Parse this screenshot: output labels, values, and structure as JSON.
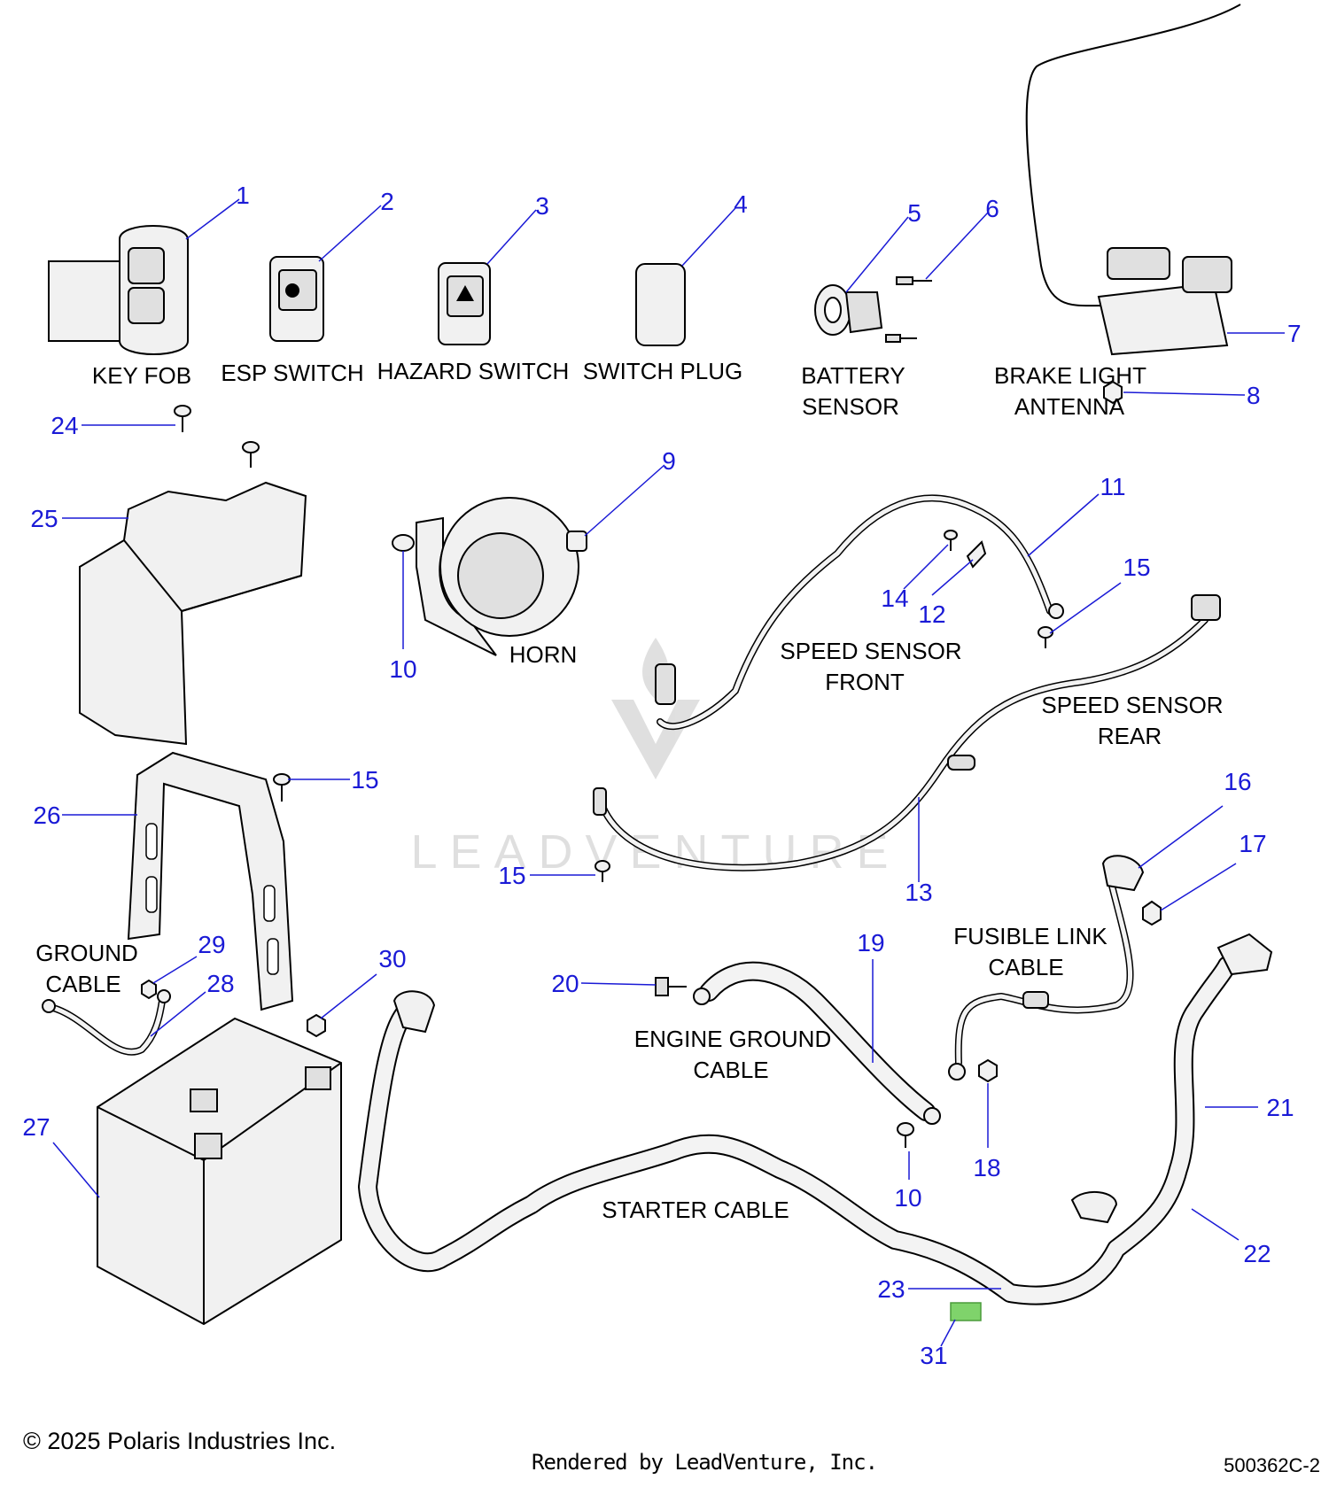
{
  "captions": {
    "key_fob": "KEY FOB",
    "esp_switch": "ESP SWITCH",
    "hazard_switch": "HAZARD SWITCH",
    "switch_plug": "SWITCH PLUG",
    "battery_sensor_1": "BATTERY",
    "battery_sensor_2": "SENSOR",
    "brake_light_1": "BRAKE LIGHT",
    "brake_light_2": "ANTENNA",
    "horn": "HORN",
    "speed_front_1": "SPEED SENSOR",
    "speed_front_2": "FRONT",
    "speed_rear_1": "SPEED SENSOR",
    "speed_rear_2": "REAR",
    "fusible_1": "FUSIBLE LINK",
    "fusible_2": "CABLE",
    "ground_1": "GROUND",
    "ground_2": "CABLE",
    "engine_ground_1": "ENGINE GROUND",
    "engine_ground_2": "CABLE",
    "starter_cable": "STARTER CABLE"
  },
  "callouts": [
    "1",
    "2",
    "3",
    "4",
    "5",
    "6",
    "7",
    "8",
    "9",
    "10",
    "11",
    "12",
    "13",
    "14",
    "15",
    "16",
    "17",
    "18",
    "19",
    "20",
    "21",
    "22",
    "23",
    "24",
    "25",
    "26",
    "27",
    "28",
    "29",
    "30",
    "31"
  ],
  "watermark": "LEADVENTURE",
  "footer": {
    "copyright": "© 2025 Polaris Industries Inc.",
    "rendered_by": "Rendered by LeadVenture, Inc.",
    "drawing_number": "500362C-2"
  },
  "colors": {
    "callout": "#1a1ad6",
    "highlight_part": "#7fd36b"
  }
}
